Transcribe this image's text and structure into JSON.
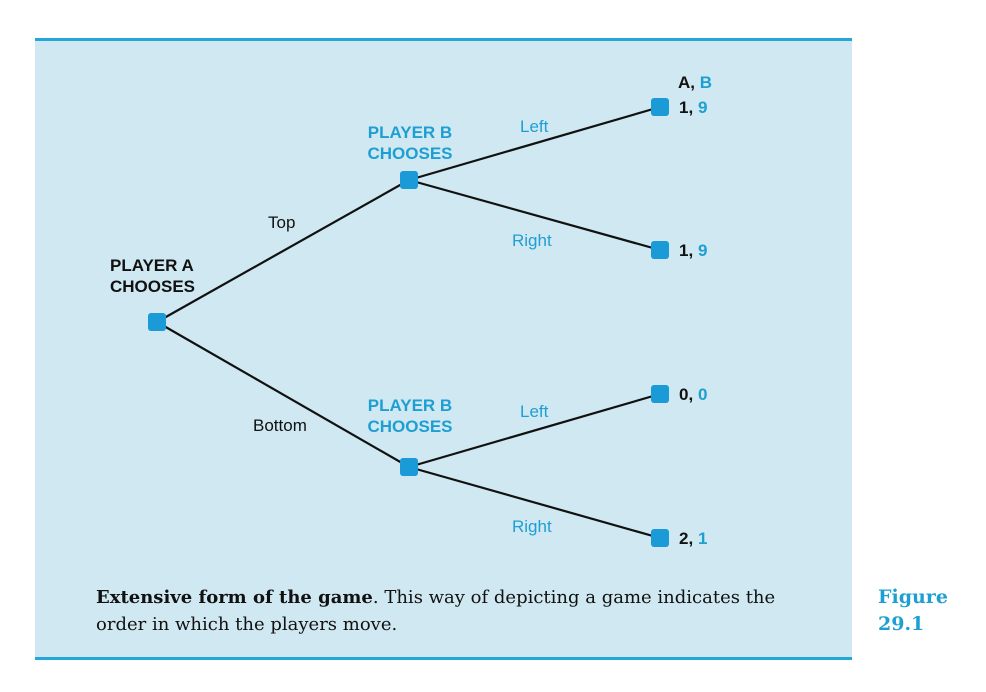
{
  "diagram": {
    "header": {
      "a": "A",
      "sep": ",",
      "b": "B"
    },
    "player_a": {
      "line1": "PLAYER A",
      "line2": "CHOOSES"
    },
    "player_b_top": {
      "line1": "PLAYER B",
      "line2": "CHOOSES"
    },
    "player_b_bottom": {
      "line1": "PLAYER B",
      "line2": "CHOOSES"
    },
    "edges": {
      "top": "Top",
      "bottom": "Bottom",
      "top_left": "Left",
      "top_right": "Right",
      "bottom_left": "Left",
      "bottom_right": "Right"
    },
    "payoffs": [
      {
        "a": "1",
        "sep": ",",
        "b": "9"
      },
      {
        "a": "1",
        "sep": ",",
        "b": "9"
      },
      {
        "a": "0",
        "sep": ",",
        "b": "0"
      },
      {
        "a": "2",
        "sep": ",",
        "b": "1"
      }
    ],
    "colors": {
      "panel": "#cfe8f1",
      "accent": "#1e9fd3",
      "node": "#1a9ad6",
      "line": "#111111"
    }
  },
  "caption": {
    "bold": "Extensive form of the game",
    "text": ". This way of depicting a game indicates the order in which the players move."
  },
  "figure_label": {
    "line1": "Figure",
    "line2": "29.1"
  }
}
